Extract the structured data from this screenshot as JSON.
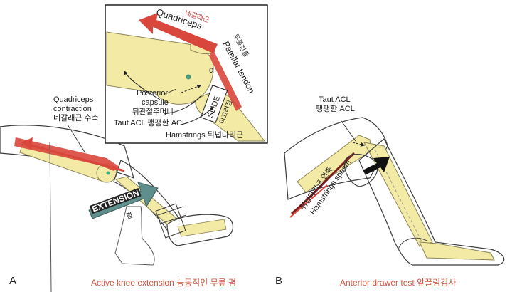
{
  "panels": {
    "a_letter": "A",
    "b_letter": "B",
    "a_caption": "Active knee extension 능동적인 무릎 폄",
    "b_caption": "Anterior drawer test 앞끌림검사"
  },
  "inset": {
    "quadriceps_ko": "네갈래근",
    "quadriceps_en": "Quadriceps",
    "patellar_ko": "무릎힘줄",
    "patellar_en": "Patellar tendon",
    "alpha": "α",
    "posterior_capsule_en_1": "Posterior",
    "posterior_capsule_en_2": "capsule",
    "posterior_capsule_ko": "뒤관절주머니",
    "slide_en": "SLIDE",
    "slide_ko": "미끄러짐",
    "taut_acl": "Taut ACL 팽팽한 ACL",
    "hamstrings": "Hamstrings 뒤넙다리근"
  },
  "left": {
    "quad_contraction_1": "Quadriceps",
    "quad_contraction_2": "contraction",
    "quad_contraction_ko": "네갈래근 수축",
    "extension_en": "EXTENSION",
    "extension_ko": "폄"
  },
  "right": {
    "taut_acl_en": "Taut ACL",
    "taut_acl_ko": "팽팽한 ACL",
    "hamstrings_ko": "뒤넙다리근 연축",
    "hamstrings_en": "Hamstrings spasm"
  },
  "colors": {
    "bone": "#f3eaa6",
    "bone_stroke": "#8a8455",
    "muscle": "#d9463c",
    "arrow_teal": "#5f8f8c",
    "caption": "#d0543f",
    "dark_muscle": "#7a1e1e",
    "outline": "#3a3a3a"
  }
}
